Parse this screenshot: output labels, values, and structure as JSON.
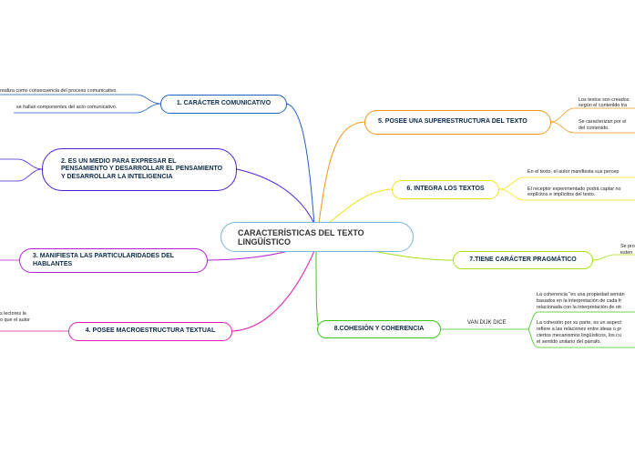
{
  "center": {
    "title": "CARACTERÍSTICAS DEL TEXTO LINGÜÍSTICO"
  },
  "branches": [
    {
      "label": "1. CARÁCTER COMUNICATIVO",
      "color": "#1f5fbf",
      "notes": [
        "realiza como consecuencia del proceso comunicativo.",
        "se hallan componentes del acto comunicativo."
      ]
    },
    {
      "label": "2. ES UN MEDIO PARA EXPRESAR EL PENSAMIENTO Y DESARROLLAR EL PENSAMIENTO Y DESARROLLAR LA INTELIGENCIA",
      "color": "#4a1fd6"
    },
    {
      "label": "3. MANIFIESTA LAS PARTICULARIDADES DEL HABLANTES",
      "color": "#b31fd6"
    },
    {
      "label": "4. POSEE MACROESTRUCTURA TEXTUAL",
      "color": "#e31fb4",
      "notes": [
        "s lectores la",
        "o que el autor"
      ]
    },
    {
      "label": "5. POSEE UNA SUPERESTRUCTURA DEL TEXTO",
      "color": "#f0961a",
      "notes": [
        "Los textos son creados",
        "según el contenido tra",
        "Se caracterizan por el",
        "del contenido."
      ]
    },
    {
      "label": "6. INTEGRA LOS TEXTOS",
      "color": "#f0e21a",
      "notes": [
        "En el texto, el autor manifiesta sus percep",
        "El receptor experimentado podrá captar no",
        "explícitos e implícitos del texto."
      ]
    },
    {
      "label": "7.TIENE CARÁCTER PRAGMÁTICO",
      "color": "#a8e01a",
      "notes": [
        "Se pro",
        "esten"
      ]
    },
    {
      "label": "8.COHESIÓN Y COHERENCIA",
      "color": "#3dc41a",
      "sub": "VAN DIJK DICE",
      "notes": [
        "La coherencia \"es una propiedad semán",
        "basados en la interpretación de cada fr",
        "relacionada con la interpretación de otr",
        "La cohesión por su parte, es un aspect",
        "refiere a las relaciones entre ideas o pr",
        "ciertos mecanismos lingüísticos, los cu",
        "el sentido unitario del parrafo."
      ]
    }
  ]
}
